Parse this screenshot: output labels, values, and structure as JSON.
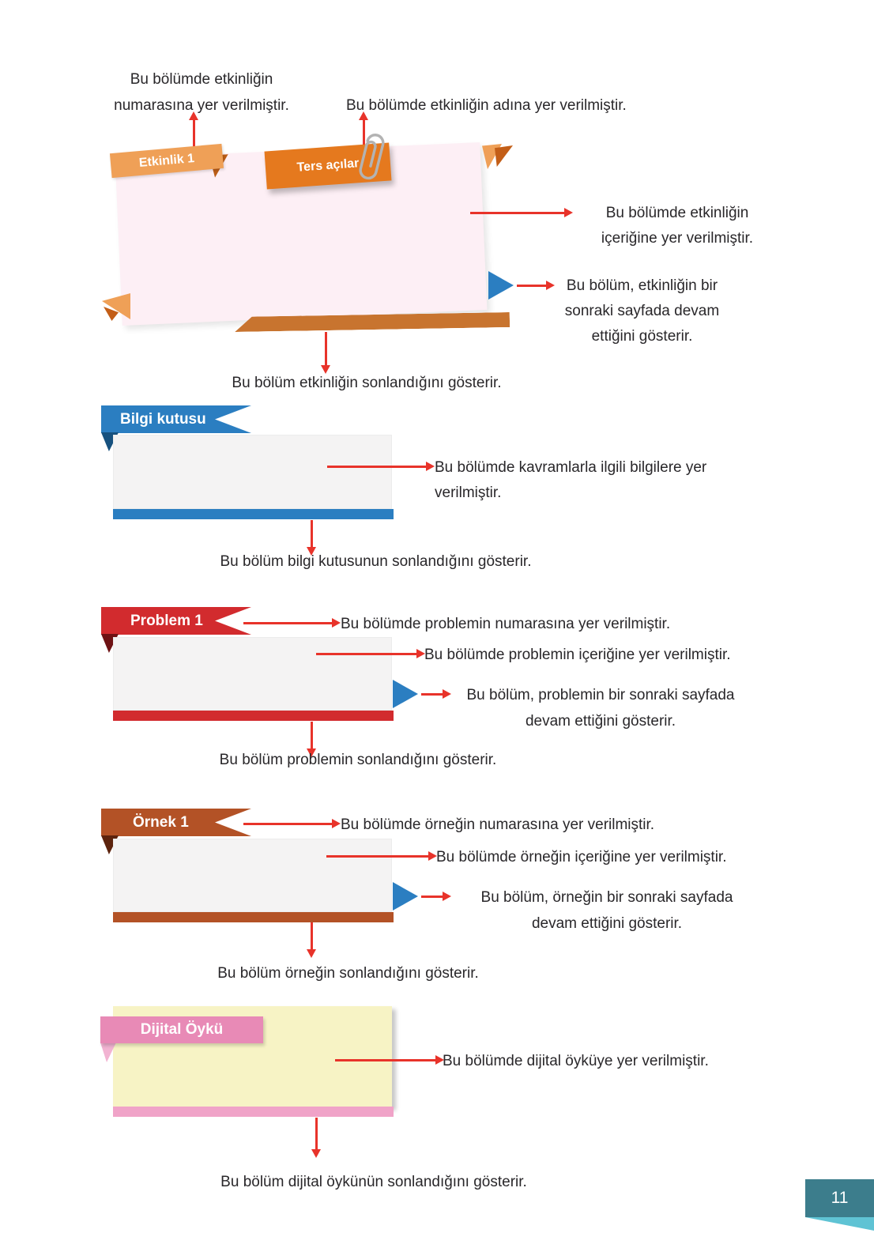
{
  "page_number": "11",
  "colors": {
    "activity_banner_orange": "#efa057",
    "activity_title_orange": "#e5791e",
    "activity_bar_orange": "#c8742f",
    "activity_box_pink": "#fdeff5",
    "info_blue": "#2b7ec1",
    "info_fold_blue": "#17517e",
    "problem_red": "#d22b2e",
    "problem_fold_red": "#6e1214",
    "example_brown": "#b35226",
    "example_fold_brown": "#5c230d",
    "story_banner_pink": "#e88ab6",
    "story_bar_pink": "#f0a3c8",
    "story_box_yellow": "#f7f3c5",
    "content_box_gray": "#f4f3f3",
    "arrow_red": "#e8332a",
    "continue_blue": "#2b7ec1",
    "page_teal": "#3c7d8c",
    "page_teal_light": "#5fc3d4"
  },
  "activity": {
    "banner": "Etkinlik 1",
    "title": "Ters açılar",
    "number_note": "Bu bölümde etkinliğin\nnumarasına yer verilmiştir.",
    "name_note": "Bu bölümde etkinliğin adına yer verilmiştir.",
    "content_note": "Bu bölümde etkinliğin\niçeriğine yer verilmiştir.",
    "continue_note": "Bu bölüm, etkinliğin bir\nsonraki sayfada devam\nettiğini gösterir.",
    "end_note": "Bu bölüm etkinliğin sonlandığını gösterir."
  },
  "info": {
    "banner": "Bilgi kutusu",
    "content_note": "Bu bölümde kavramlarla ilgili bilgilere yer\nverilmiştir.",
    "end_note": "Bu bölüm bilgi kutusunun sonlandığını gösterir."
  },
  "problem": {
    "banner": "Problem 1",
    "number_note": "Bu bölümde problemin numarasına yer verilmiştir.",
    "content_note": "Bu bölümde problemin içeriğine yer verilmiştir.",
    "continue_note": "Bu bölüm, problemin bir sonraki sayfada\ndevam ettiğini gösterir.",
    "end_note": "Bu bölüm problemin sonlandığını gösterir."
  },
  "example": {
    "banner": "Örnek 1",
    "number_note": "Bu bölümde örneğin numarasına yer verilmiştir.",
    "content_note": "Bu bölümde örneğin içeriğine yer verilmiştir.",
    "continue_note": "Bu bölüm, örneğin bir sonraki sayfada\ndevam ettiğini gösterir.",
    "end_note": "Bu bölüm örneğin sonlandığını gösterir."
  },
  "story": {
    "banner": "Dijital Öykü",
    "content_note": "Bu bölümde dijital öyküye yer verilmiştir.",
    "end_note": "Bu bölüm dijital öykünün sonlandığını gösterir."
  }
}
